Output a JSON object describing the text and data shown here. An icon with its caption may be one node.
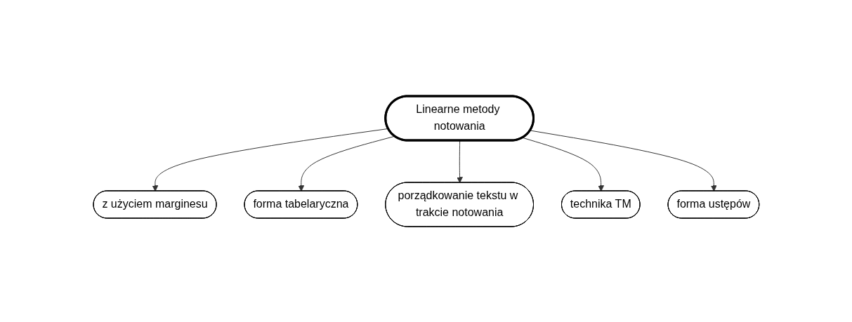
{
  "diagram": {
    "nodes": [
      {
        "text": [
          "z użyciem marginesu"
        ]
      },
      {
        "text": [
          "forma tabelaryczna"
        ]
      },
      {
        "text": [
          "Linearne metody notowania"
        ]
      },
      {
        "text": [
          "porządkowanie tekstu w trakcie notowania"
        ]
      },
      {
        "text": [
          "technika TM"
        ]
      },
      {
        "text": [
          "forma ustępów"
        ]
      }
    ],
    "edges": [
      {
        "from": 2,
        "to": 0,
        "arrow": "to"
      },
      {
        "from": 2,
        "to": 1,
        "arrow": "to"
      },
      {
        "from": 2,
        "to": 3,
        "arrow": "to"
      },
      {
        "from": 2,
        "to": 4,
        "arrow": "to"
      },
      {
        "from": 2,
        "to": 5,
        "arrow": "to"
      }
    ]
  }
}
